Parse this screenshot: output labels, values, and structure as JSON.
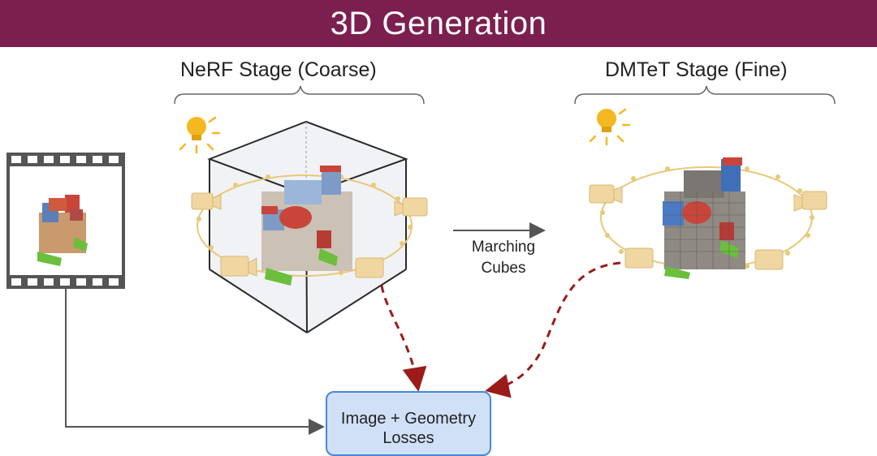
{
  "header": {
    "title": "3D Generation"
  },
  "stages": {
    "nerf": {
      "label": "NeRF Stage (Coarse)"
    },
    "dmtet": {
      "label": "DMTeT Stage (Fine)"
    }
  },
  "transition": {
    "line1": "Marching",
    "line2": "Cubes"
  },
  "loss_box": {
    "line1": "Image + Geometry",
    "line2": "Losses"
  },
  "colors": {
    "header_bg": "#7b1f4f",
    "loss_fill": "#cfe0f7",
    "loss_border": "#4a86d8",
    "dashed_arrow": "#9b1b1b",
    "orbit": "#e8c87a",
    "camera": "#f0d6a0"
  }
}
